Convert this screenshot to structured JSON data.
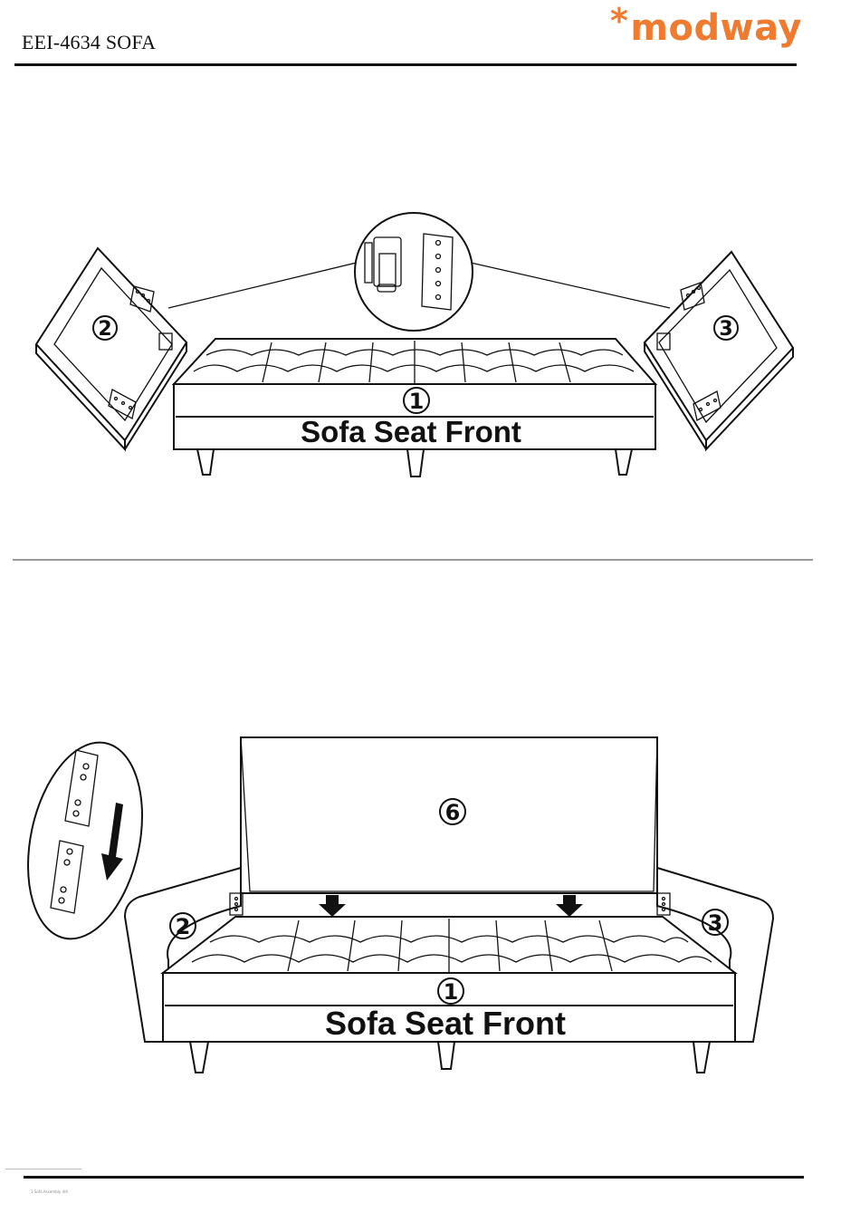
{
  "header": {
    "title": "EEI-4634 SOFA",
    "logo_star": "*",
    "logo_text": "modway",
    "logo_color": "#ee7b2f"
  },
  "step1": {
    "part_seat": "1",
    "part_left_arm": "2",
    "part_right_arm": "3",
    "seat_label": "Sofa Seat Front"
  },
  "step2": {
    "part_seat": "1",
    "part_left_arm": "2",
    "part_right_arm": "3",
    "part_back": "6",
    "seat_label": "Sofa Seat Front"
  },
  "footer": {
    "note": "1   Sofa Assembly 4/4"
  }
}
